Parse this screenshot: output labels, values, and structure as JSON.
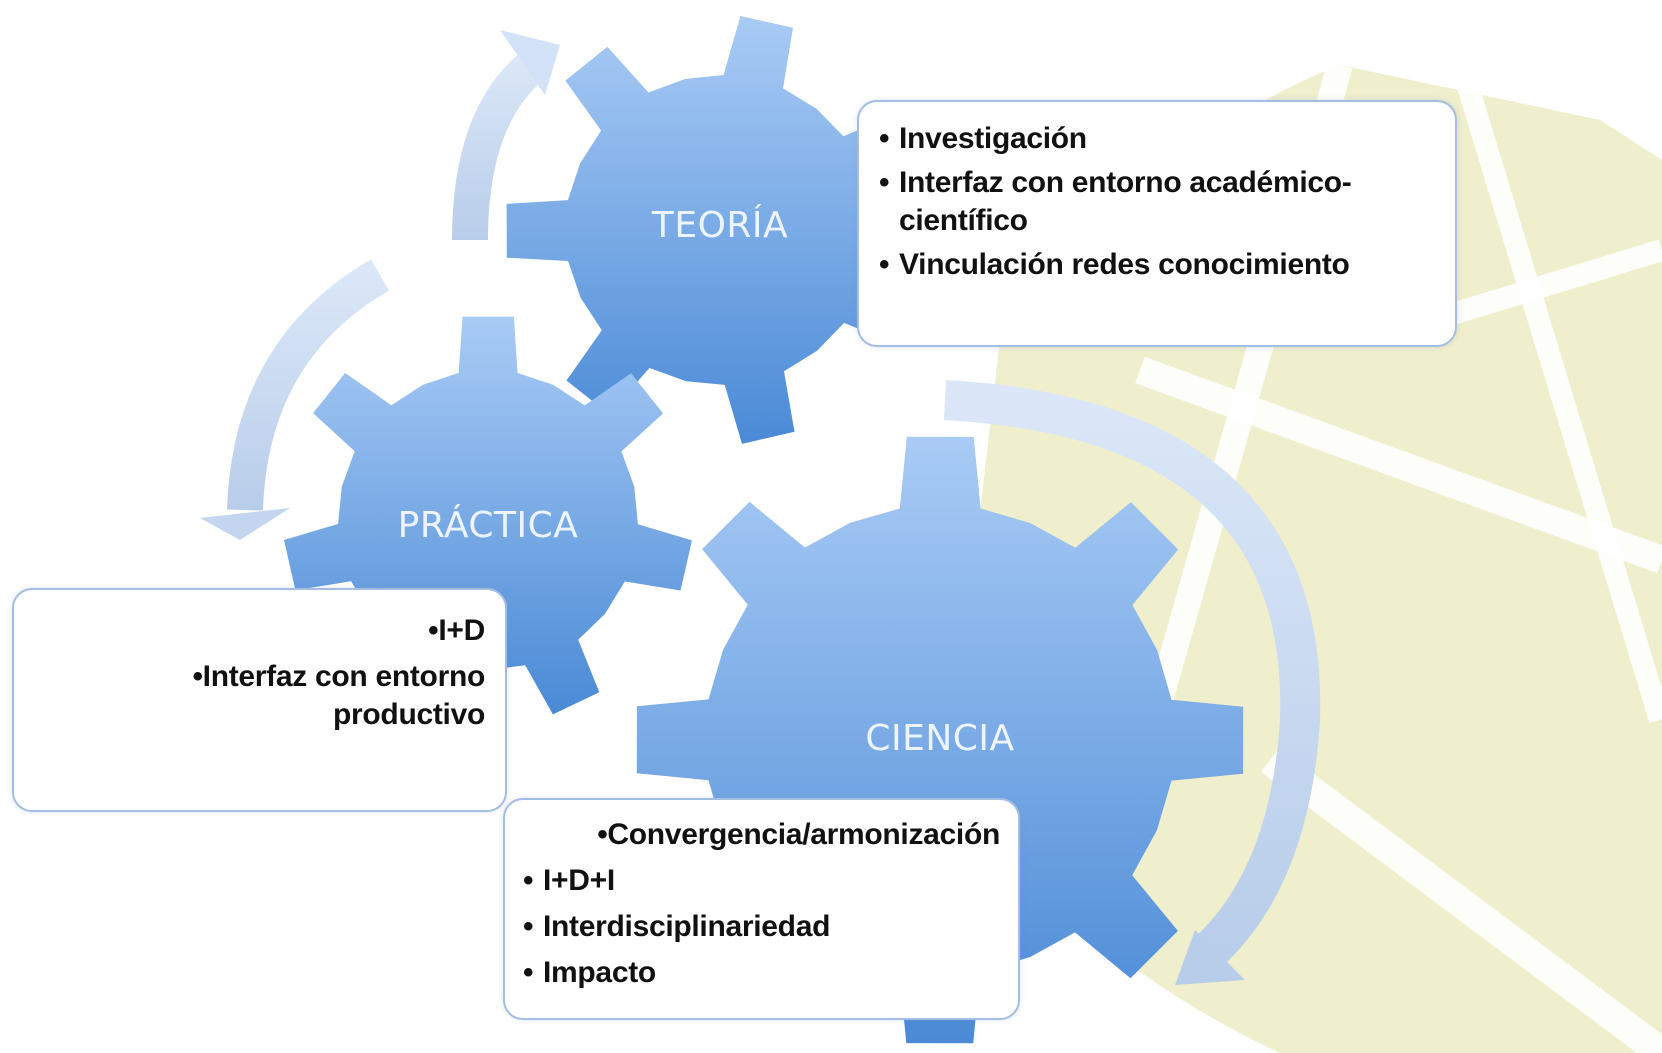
{
  "colors": {
    "gear_top": "#a9cbf5",
    "gear_bottom": "#4a8ad6",
    "arrow": "#c6d7f0",
    "background_shape": "#ecebc4",
    "box_border": "#a3bde3"
  },
  "gears": {
    "teoria": {
      "label": "TEORÍA"
    },
    "practica": {
      "label": "PRÁCTICA"
    },
    "ciencia": {
      "label": "CIENCIA"
    }
  },
  "boxes": {
    "teoria": {
      "items": [
        "Investigación",
        "Interfaz con entorno académico-",
        "científico",
        "Vinculación redes conocimiento"
      ]
    },
    "practica": {
      "items": [
        "I+D",
        "Interfaz con entorno",
        "productivo"
      ]
    },
    "ciencia": {
      "items": [
        "Convergencia/armonización",
        "I+D+I",
        "Interdisciplinariedad",
        "Impacto"
      ]
    }
  },
  "bullet_char": "•"
}
